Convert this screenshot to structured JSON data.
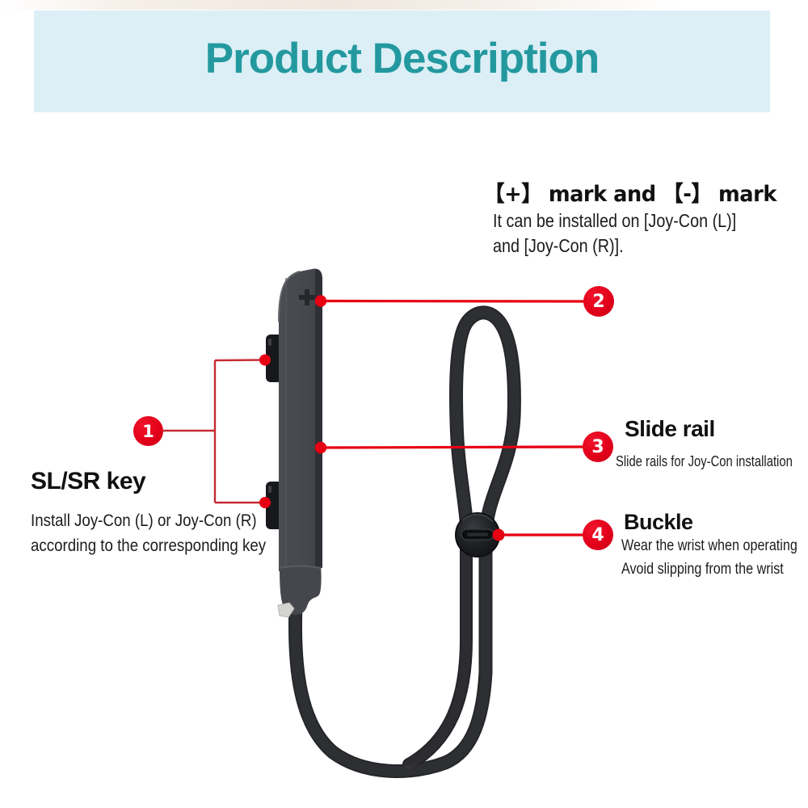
{
  "header": {
    "title": "Product Description",
    "banner_bg": "#dceff6",
    "title_color": "#23999f"
  },
  "annotation": {
    "red": "#e60012",
    "bracket_red": "#c42b33"
  },
  "product": {
    "rail_body_color": "#47494f",
    "cord_color": "#26272a",
    "button_color": "#17181c"
  },
  "callouts": {
    "c1": {
      "number": "1",
      "title": "SL/SR key",
      "line1": "Install Joy-Con (L) or Joy-Con (R)",
      "line2": "according to the corresponding key"
    },
    "c2": {
      "number": "2",
      "heading": "【+】 mark and 【-】 mark",
      "line1": "It can be installed on [Joy-Con (L)]",
      "line2": "and [Joy-Con (R)]."
    },
    "c3": {
      "number": "3",
      "title": "Slide rail",
      "line1": "Slide rails for Joy-Con installation"
    },
    "c4": {
      "number": "4",
      "title": "Buckle",
      "line1": "Wear the wrist when operating",
      "line2": "Avoid slipping from the wrist"
    }
  }
}
